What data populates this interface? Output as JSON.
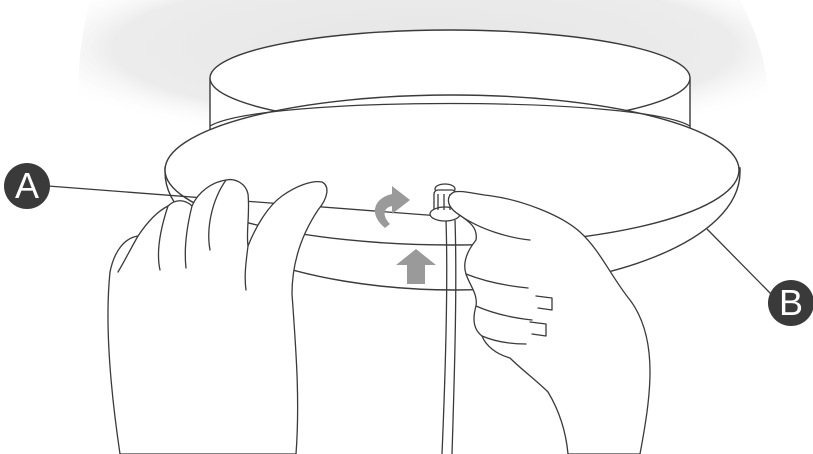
{
  "callouts": {
    "a": {
      "label": "A"
    },
    "b": {
      "label": "B"
    }
  },
  "colors": {
    "shadow": "#e6e6e6",
    "line": "#3a3a3a",
    "fixture_fill": "#ffffff",
    "arrow": "#9a9a9a",
    "callout_fill": "#3a3a3a",
    "callout_text": "#ffffff"
  },
  "icons": {
    "rotate": "curved-rotate-arrow",
    "push": "up-arrow"
  }
}
